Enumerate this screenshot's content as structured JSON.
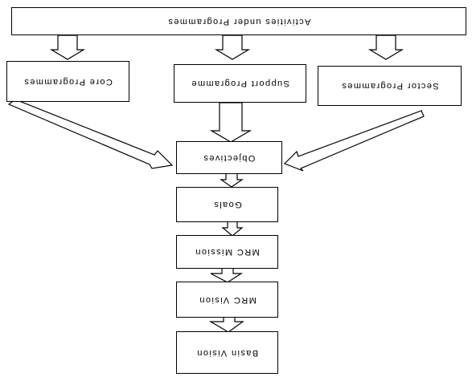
{
  "boxes": {
    "activities": "Activities under Programmes",
    "core": "Core Programmes",
    "support": "Support Programme",
    "sector": "Sector Programmes",
    "objectives": "Objectives",
    "goals": "Goals",
    "mission": "MRC Mission",
    "vision": "MRC Vision",
    "basin": "Basin Vision"
  },
  "colors": {
    "stroke": "#000000",
    "fill": "#ffffff"
  }
}
